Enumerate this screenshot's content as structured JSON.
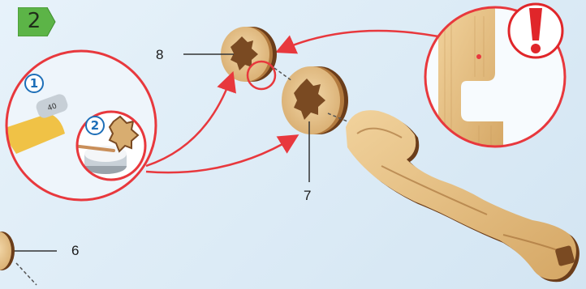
{
  "step": {
    "number": "2"
  },
  "callouts": {
    "part_8": "8",
    "part_7": "7",
    "part_6": "6"
  },
  "inset_steps": {
    "sand": "1",
    "glue": "2"
  },
  "sandpaper_grit": "40",
  "warning": {
    "icon": "exclamation-icon",
    "color": "#e0262a"
  },
  "colors": {
    "step_badge": "#5cb447",
    "arrow": "#e8383d",
    "wood_light": "#e3bd86",
    "wood_dark": "#7a4a22",
    "background": "#e3eff8"
  }
}
